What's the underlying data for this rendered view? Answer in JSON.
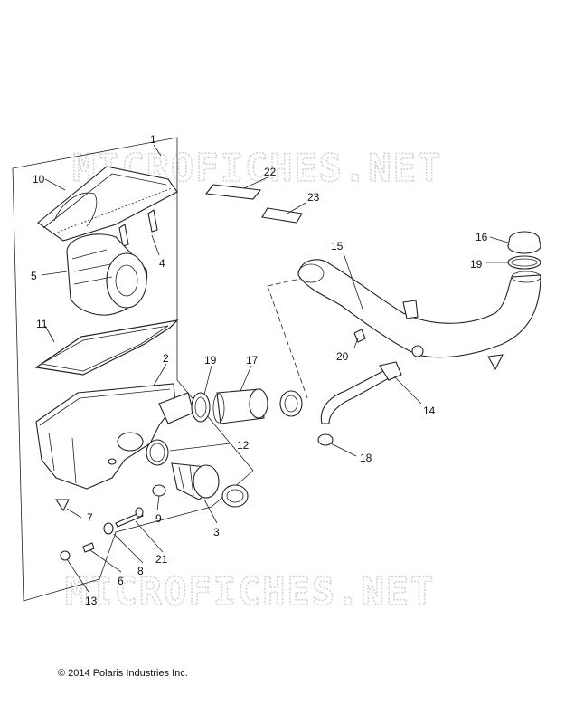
{
  "watermark": "MICROFICHES.NET",
  "copyright": "© 2014 Polaris Industries Inc.",
  "callouts": {
    "c1": "1",
    "c2": "2",
    "c3": "3",
    "c4": "4",
    "c5": "5",
    "c6": "6",
    "c7": "7",
    "c8": "8",
    "c9": "9",
    "c10": "10",
    "c11": "11",
    "c12": "12",
    "c13": "13",
    "c14": "14",
    "c15": "15",
    "c16": "16",
    "c17": "17",
    "c18": "18",
    "c19a": "19",
    "c19b": "19",
    "c20": "20",
    "c21": "21",
    "c22": "22",
    "c23": "23"
  }
}
